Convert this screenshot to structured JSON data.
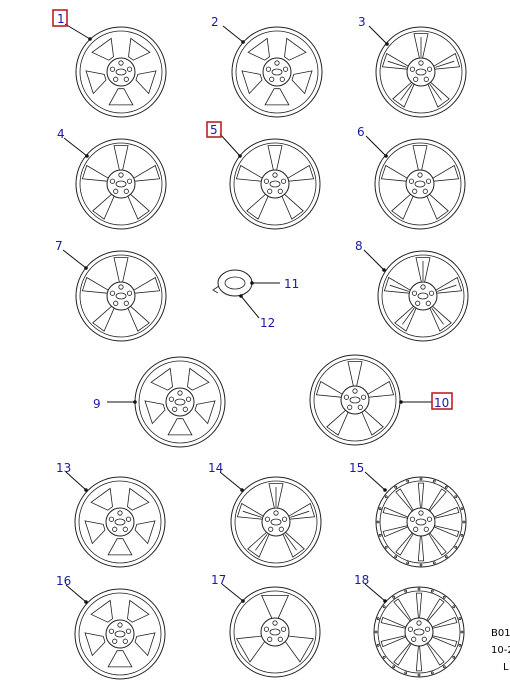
{
  "diagram": {
    "callouts": [
      {
        "id": 1,
        "label": "1",
        "highlighted": true,
        "spokes": 5,
        "style": "pocket"
      },
      {
        "id": 2,
        "label": "2",
        "highlighted": false,
        "spokes": 5,
        "style": "wide"
      },
      {
        "id": 3,
        "label": "3",
        "highlighted": false,
        "spokes": 5,
        "style": "twin"
      },
      {
        "id": 4,
        "label": "4",
        "highlighted": false,
        "spokes": 5,
        "style": "star"
      },
      {
        "id": 5,
        "label": "5",
        "highlighted": true,
        "spokes": 5,
        "style": "curved"
      },
      {
        "id": 6,
        "label": "6",
        "highlighted": false,
        "spokes": 5,
        "style": "star"
      },
      {
        "id": 7,
        "label": "7",
        "highlighted": false,
        "spokes": 5,
        "style": "star"
      },
      {
        "id": 8,
        "label": "8",
        "highlighted": false,
        "spokes": 5,
        "style": "blade"
      },
      {
        "id": 9,
        "label": "9",
        "highlighted": false,
        "spokes": 5,
        "style": "wide"
      },
      {
        "id": 10,
        "label": "10",
        "highlighted": true,
        "spokes": 5,
        "style": "star"
      },
      {
        "id": 11,
        "label": "11",
        "highlighted": false
      },
      {
        "id": 12,
        "label": "12",
        "highlighted": false
      },
      {
        "id": 13,
        "label": "13",
        "highlighted": false,
        "spokes": 5,
        "style": "pocket"
      },
      {
        "id": 14,
        "label": "14",
        "highlighted": false,
        "spokes": 5,
        "style": "twin"
      },
      {
        "id": 15,
        "label": "15",
        "highlighted": false,
        "spokes": 10,
        "style": "multi"
      },
      {
        "id": 16,
        "label": "16",
        "highlighted": false,
        "spokes": 5,
        "style": "pocket"
      },
      {
        "id": 17,
        "label": "17",
        "highlighted": false,
        "spokes": 3,
        "style": "tri"
      },
      {
        "id": 18,
        "label": "18",
        "highlighted": false,
        "spokes": 10,
        "style": "multi"
      }
    ],
    "corner_code": [
      "B01",
      "10-2",
      "L"
    ]
  },
  "colors": {
    "callout": "#1a1aa6",
    "highlight": "#c0202a",
    "line": "#222222"
  }
}
